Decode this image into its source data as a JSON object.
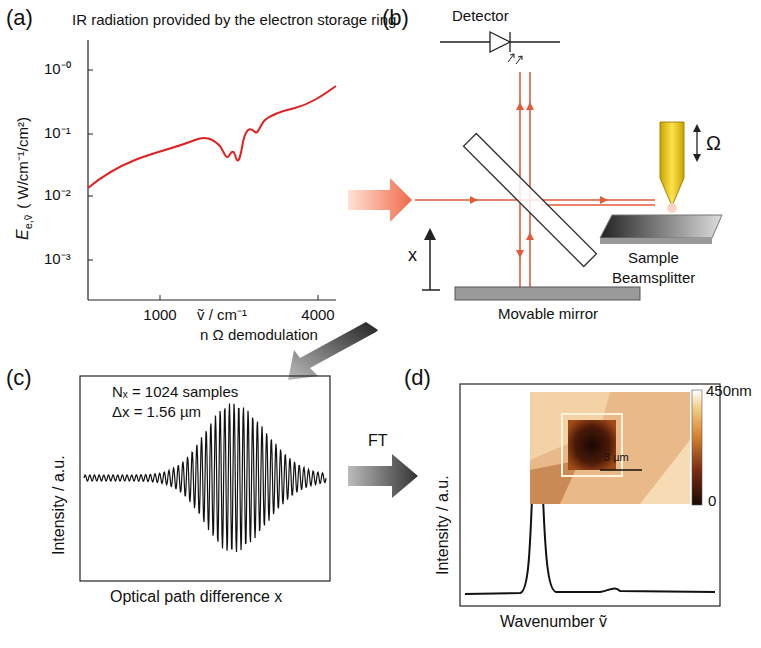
{
  "diagram": {
    "labels": [
      "(a)",
      "IR radiation provided by the electron storage ring",
      "10⁻⁰",
      "10⁻¹",
      "10⁻²",
      "10⁻³",
      "E",
      "e,ṽ",
      "( W/cm⁻¹/cm²)",
      "1000",
      "ṽ / cm⁻¹",
      "4000",
      "(b)",
      "Detector",
      "Ω",
      "Sample",
      "Beamsplitter",
      "x",
      "Movable mirror",
      "n Ω demodulation",
      "(c)",
      "Nₓ = 1024 samples",
      "Δx = 1.56 µm",
      "Intensity / a.u.",
      "Optical path difference x",
      "FT",
      "(d)",
      "450nm",
      "0",
      "3 µm",
      "Intensity / a.u.",
      "Wavenumber ṽ"
    ]
  }
}
